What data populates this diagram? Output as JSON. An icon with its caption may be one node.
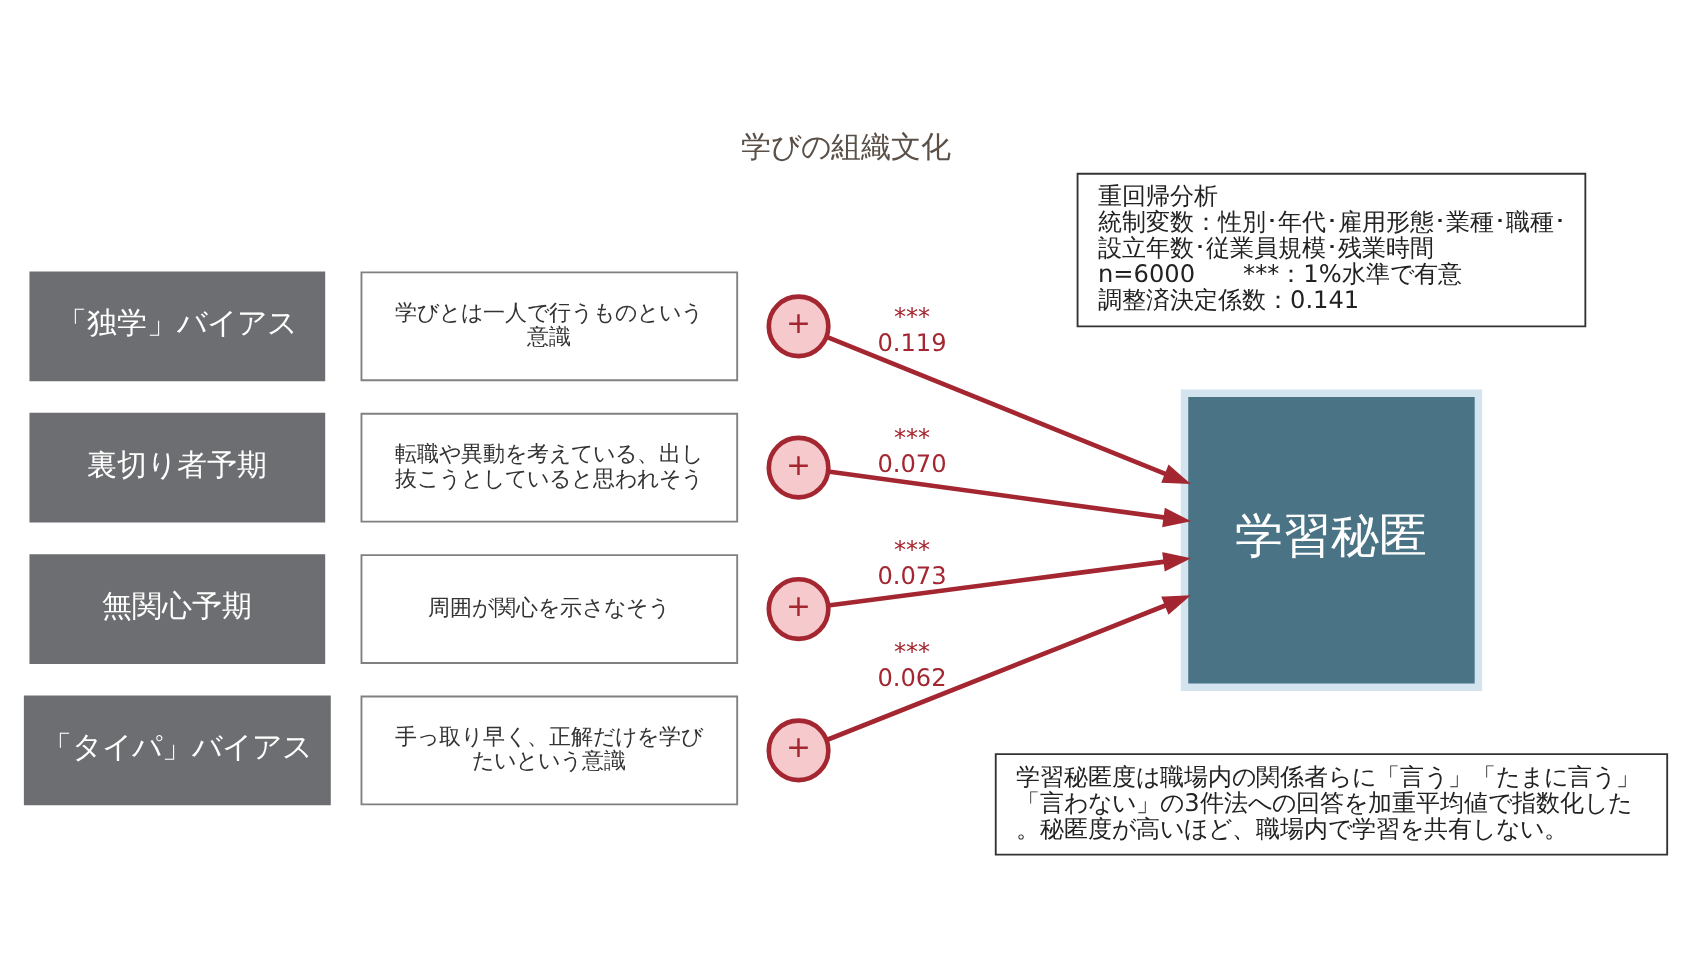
{
  "diagram": {
    "title": "学びの組織文化",
    "nodes": [
      {
        "text": [
          "「独学」バイアス"
        ]
      },
      {
        "text": [
          "学びとは一人で行うものという意識"
        ]
      },
      {
        "text": [
          "+"
        ]
      },
      {
        "text": [
          "裏切り者予期"
        ]
      },
      {
        "text": [
          "転職や異動を考えている、出し抜こうとしていると思われそう"
        ]
      },
      {
        "text": [
          "+"
        ]
      },
      {
        "text": [
          "無関心予期"
        ]
      },
      {
        "text": [
          "周囲が関心を示さなそう"
        ]
      },
      {
        "text": [
          "+"
        ]
      },
      {
        "text": [
          "「タイパ」バイアス"
        ]
      },
      {
        "text": [
          "手っ取り早く、正解だけを学びたいという意識"
        ]
      },
      {
        "text": [
          "+"
        ]
      },
      {
        "text": [
          "学習秘匿"
        ]
      },
      {
        "text": [
          "重回帰分析",
          "統制変数：性別･年代･雇用形態･業種･職種･設立年数･従業員規模･残業時間",
          "n=6000　　***：1%水準で有意",
          "調整済決定係数：0.141"
        ]
      },
      {
        "text": [
          "学習秘匿度は職場内の関係者らに「言う」「たまに言う」「言わない」の3件法への回答を加重平均値で指数化した。秘匿度が高いほど、職場内で学習を共有しない。"
        ]
      }
    ],
    "edges": [
      {
        "from": 2,
        "to": 12,
        "arrow": "to",
        "label": "*** 0.119"
      },
      {
        "from": 5,
        "to": 12,
        "arrow": "to",
        "label": "*** 0.070"
      },
      {
        "from": 8,
        "to": 12,
        "arrow": "to",
        "label": "*** 0.073"
      },
      {
        "from": 11,
        "to": 12,
        "arrow": "to",
        "label": "*** 0.062"
      }
    ]
  }
}
